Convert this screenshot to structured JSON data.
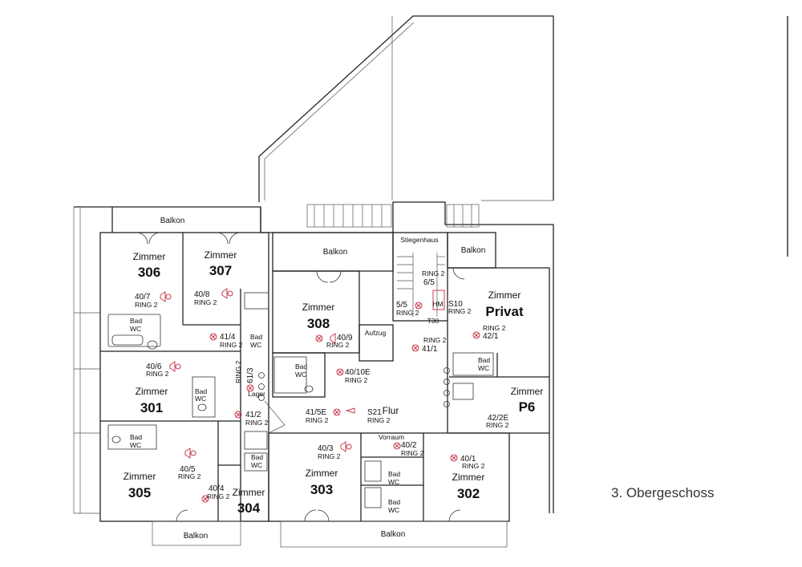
{
  "floor_title": "3. Obergeschoss",
  "rooms": {
    "r306": {
      "name": "Zimmer",
      "num": "306",
      "code": "40/7",
      "ring": "RING 2"
    },
    "r307": {
      "name": "Zimmer",
      "num": "307",
      "code": "40/8",
      "ring": "RING 2"
    },
    "r308": {
      "name": "Zimmer",
      "num": "308",
      "code": "40/9",
      "ring": "RING 2"
    },
    "rprivat": {
      "name": "Zimmer",
      "num": "Privat",
      "code": "42/1",
      "ring": "RING 2"
    },
    "r301": {
      "name": "Zimmer",
      "num": "301",
      "code": "40/6",
      "ring": "RING 2"
    },
    "rp6": {
      "name": "Zimmer",
      "num": "P6",
      "code": "42/2E",
      "ring": "RING 2"
    },
    "r305": {
      "name": "Zimmer",
      "num": "305",
      "code": "40/5",
      "ring": "RING 2"
    },
    "r304": {
      "name": "Zimmer",
      "num": "304",
      "code": "40/4",
      "ring": "RING 2"
    },
    "r303": {
      "name": "Zimmer",
      "num": "303",
      "code": "40/3",
      "ring": "RING 2"
    },
    "r302": {
      "name": "Zimmer",
      "num": "302",
      "code": "40/1",
      "ring": "RING 2"
    }
  },
  "balconies": {
    "top_left": "Balkon",
    "center": "Balkon",
    "right": "Balkon",
    "bottom_left": "Balkon",
    "bottom_center": "Balkon"
  },
  "labels": {
    "stairs": "Stiegenhaus",
    "lift": "Aufzug",
    "corridor": "Flur",
    "vestibule": "Vorraum",
    "storage": "Lager",
    "t30": "T30",
    "hm": "HM",
    "bad": "Bad",
    "wc": "WC"
  },
  "devices": {
    "d41_4": {
      "code": "41/4",
      "ring": "RING 2"
    },
    "d61_3": {
      "code": "61/3",
      "ring": "RING 2"
    },
    "d41_2": {
      "code": "41/2",
      "ring": "RING 2"
    },
    "d41_5e": {
      "code": "41/5E",
      "ring": "RING 2"
    },
    "ds21": {
      "code": "S21",
      "ring": "RING 2"
    },
    "d40_10e": {
      "code": "40/10E",
      "ring": "RING 2"
    },
    "d5_5": {
      "code": "5/5",
      "ring": "RING 2"
    },
    "d6_5": {
      "code": "6/5",
      "ring": "RING 2"
    },
    "ds10": {
      "code": "S10",
      "ring": "RING 2"
    },
    "d41_1": {
      "code": "41/1",
      "ring": "RING 2"
    },
    "d40_2": {
      "code": "40/2",
      "ring": "RING 2"
    }
  },
  "colors": {
    "walls": "#222222",
    "devices": "#c8384a"
  }
}
